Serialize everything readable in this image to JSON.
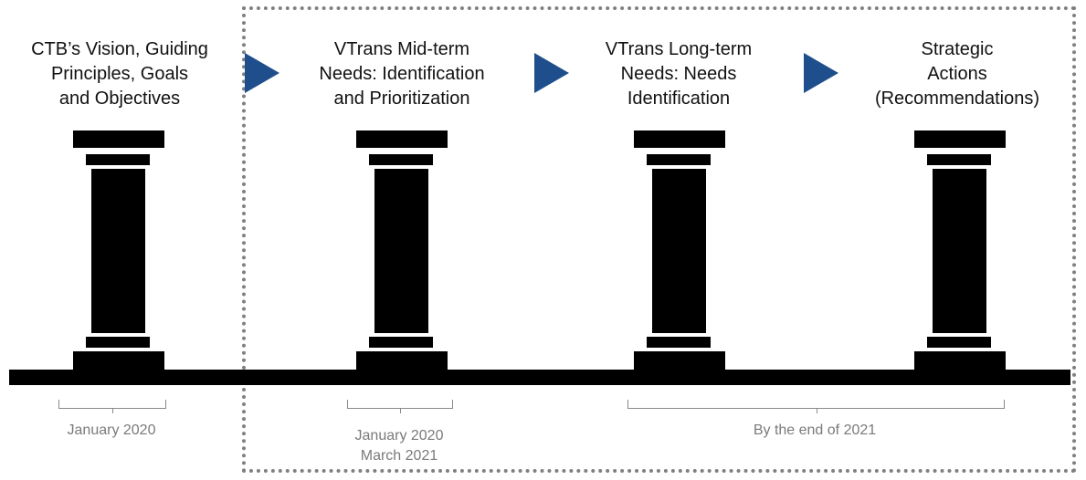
{
  "phases": [
    {
      "title_lines": [
        "CTB’s Vision, Guiding",
        "Principles, Goals",
        "and Objectives"
      ]
    },
    {
      "title_lines": [
        "VTrans Mid-term",
        "Needs: Identification",
        "and Prioritization"
      ]
    },
    {
      "title_lines": [
        "VTrans Long-term",
        "Needs: Needs",
        "Identification"
      ]
    },
    {
      "title_lines": [
        "Strategic",
        "Actions",
        "(Recommendations)"
      ]
    }
  ],
  "timeline": [
    {
      "lines": [
        "January 2020"
      ]
    },
    {
      "lines": [
        "January 2020",
        "March 2021"
      ]
    },
    {
      "lines": [
        "By the end of 2021"
      ]
    }
  ],
  "colors": {
    "arrow": "#1f4e8c",
    "pillar": "#000000",
    "dotted_border": "#808080",
    "date_text": "#7a7a7a"
  }
}
